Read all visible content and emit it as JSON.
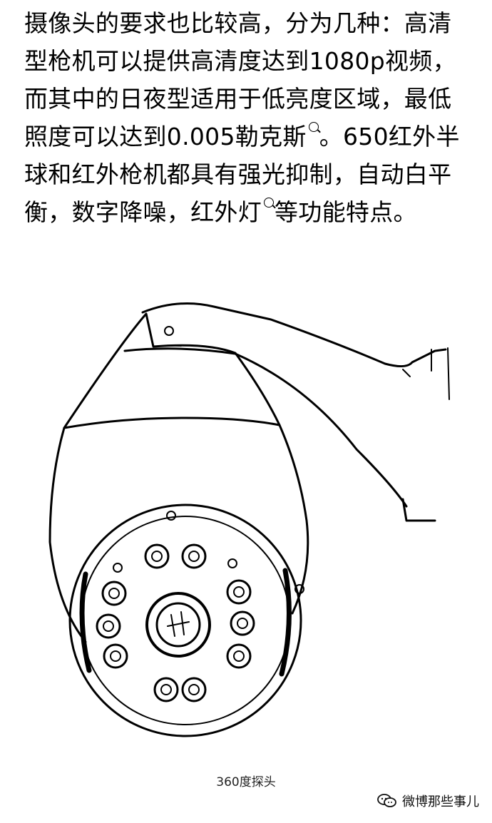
{
  "article": {
    "paragraph_before_1": "摄像头的要求也比较高，分为几种：高清型枪机可以提供高清度达到1080p视频，而其中的日夜型适用于低亮度区域，最低照度可以达到0.005勒克斯",
    "paragraph_between": "。650红外半球和红外枪机都具有强光抑制，自动白平衡，数字降噪，红外灯",
    "paragraph_after_2": "等功能特点。"
  },
  "figure": {
    "caption": "360度探头"
  },
  "watermark": {
    "text": "微博那些事儿",
    "icon": "wechat-icon"
  }
}
